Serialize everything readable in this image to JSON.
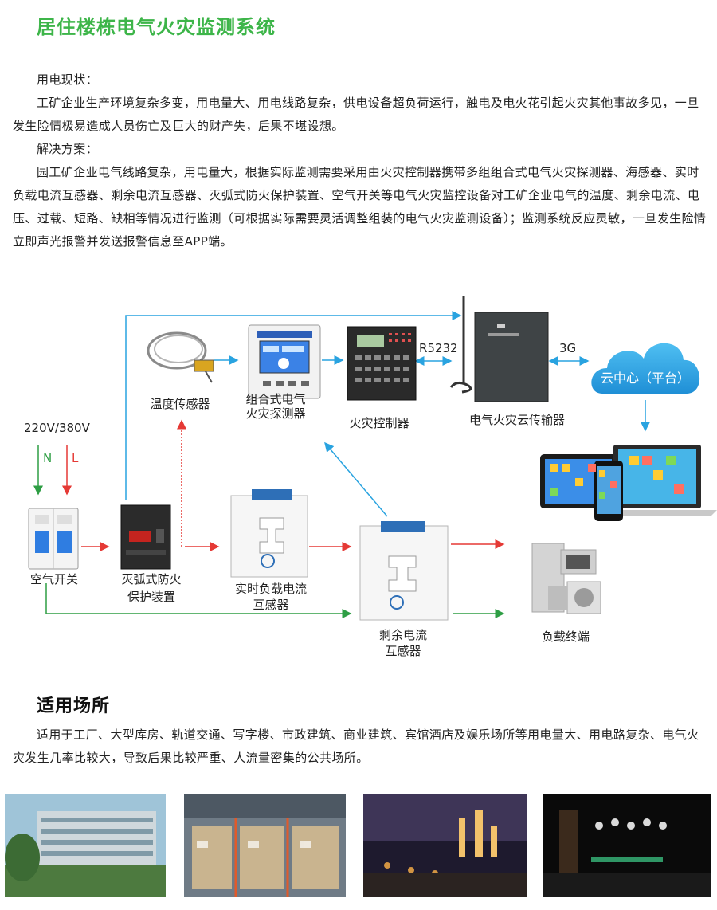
{
  "title": "居住楼栋电气火灾监测系统",
  "intro": {
    "status_heading": "用电现状：",
    "status_text": "工矿企业生产环境复杂多变，用电量大、用电线路复杂，供电设备超负荷运行，触电及电火花引起火灾其他事故多见，一旦发生险情极易造成人员伤亡及巨大的财产失，后果不堪设想。",
    "solution_heading": "解决方案：",
    "solution_text": "园工矿企业电气线路复杂，用电量大，根据实际监测需要采用由火灾控制器携带多组组合式电气火灾探测器、海感器、实时负载电流互感器、剩余电流互感器、灭弧式防火保护装置、空气开关等电气火灾监控设备对工矿企业电气的温度、剩余电流、电压、过载、短路、缺相等情况进行监测（可根据实际需要灵活调整组装的电气火灾监测设备）；监测系统反应灵敏，一旦发生险情立即声光报警并发送报警信息至APP端。"
  },
  "diagram": {
    "voltage": "220V/380V",
    "n_label": "N",
    "l_label": "L",
    "r5232": "R5232",
    "g3": "3G",
    "cloud": "云中心（平台）",
    "labels": {
      "temp_sensor": "温度传感器",
      "detector_1": "组合式电气",
      "detector_2": "火灾探测器",
      "controller": "火灾控制器",
      "transmitter": "电气火灾云传输器",
      "air_switch": "空气开关",
      "arc_1": "灭弧式防火",
      "arc_2": "保护装置",
      "load_ct_1": "实时负载电流",
      "load_ct_2": "互感器",
      "residual_1": "剩余电流",
      "residual_2": "互感器",
      "load_end": "负载终端"
    },
    "colors": {
      "blue": "#29a3e0",
      "red": "#e53935",
      "green": "#2e9e44",
      "cloud": "#2ca6e8"
    }
  },
  "section2": {
    "heading": "适用场所",
    "text": "适用于工厂、大型库房、轨道交通、写字楼、市政建筑、商业建筑、宾馆酒店及娱乐场所等用电量大、用电路复杂、电气火灾发生几率比较大，导致后果比较严重、人流量密集的公共场所。"
  }
}
